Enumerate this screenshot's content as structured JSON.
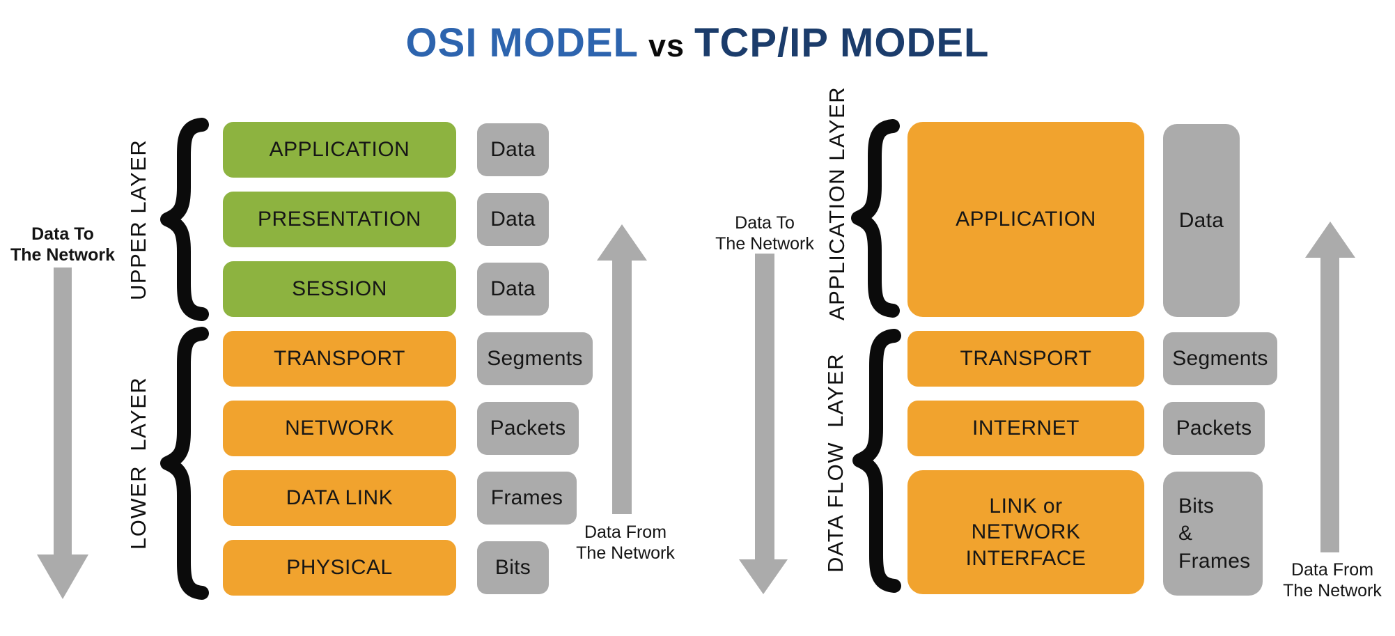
{
  "title": {
    "osi": "OSI MODEL",
    "vs": "vs",
    "tcpip": "TCP/IP MODEL"
  },
  "colors": {
    "blue": "#2d64ae",
    "navy": "#1b3c6b",
    "green": "#8db340",
    "orange": "#f1a32e",
    "gray": "#ababab"
  },
  "osi_model": {
    "groups": [
      {
        "label": "UPPER LAYER"
      },
      {
        "label": "LOWER  LAYER"
      }
    ],
    "layers": [
      {
        "name": "APPLICATION",
        "unit": "Data",
        "group": "upper"
      },
      {
        "name": "PRESENTATION",
        "unit": "Data",
        "group": "upper"
      },
      {
        "name": "SESSION",
        "unit": "Data",
        "group": "upper"
      },
      {
        "name": "TRANSPORT",
        "unit": "Segments",
        "group": "lower"
      },
      {
        "name": "NETWORK",
        "unit": "Packets",
        "group": "lower"
      },
      {
        "name": "DATA LINK",
        "unit": "Frames",
        "group": "lower"
      },
      {
        "name": "PHYSICAL",
        "unit": "Bits",
        "group": "lower"
      }
    ],
    "data_to_label": [
      "Data To",
      "The Network"
    ],
    "data_from_label": [
      "Data From",
      "The Network"
    ]
  },
  "tcpip_model": {
    "groups": [
      {
        "label": "APPLICATION LAYER"
      },
      {
        "label": "DATA FLOW  LAYER"
      }
    ],
    "layers": [
      {
        "name": "APPLICATION",
        "unit": "Data"
      },
      {
        "name": "TRANSPORT",
        "unit": "Segments"
      },
      {
        "name": "INTERNET",
        "unit": "Packets"
      },
      {
        "name": "LINK or NETWORK INTERFACE",
        "unit_lines": [
          "Bits",
          "&",
          "Frames"
        ]
      }
    ],
    "data_to_label": [
      "Data To",
      "The Network"
    ],
    "data_from_label": [
      "Data From",
      "The Network"
    ]
  }
}
